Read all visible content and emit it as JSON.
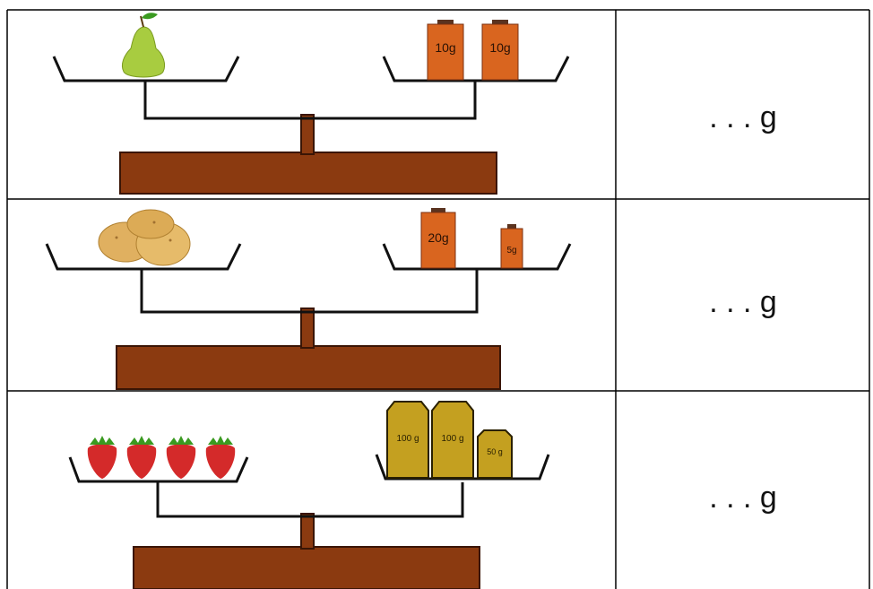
{
  "colors": {
    "beam": "#111111",
    "base": "#8b3a10",
    "base_stroke": "#3a1505",
    "weight_orange": "#d9651f",
    "weight_orange_top": "#5a3320",
    "weight_gold": "#c4a020",
    "weight_gold_stroke": "#2a2000",
    "pear": "#a8cc40",
    "potato": "#e0b060",
    "strawberry": "#d42a2a",
    "leaf": "#3a9a20"
  },
  "rows": [
    {
      "item": "pear",
      "weights": [
        {
          "label": "10g",
          "kind": "orange"
        },
        {
          "label": "10g",
          "kind": "orange"
        }
      ],
      "answer": ". . . g"
    },
    {
      "item": "potatoes",
      "weights": [
        {
          "label": "20g",
          "kind": "orange"
        },
        {
          "label": "5g",
          "kind": "orange"
        }
      ],
      "answer": ". . . g"
    },
    {
      "item": "strawberries",
      "weights": [
        {
          "label": "100 g",
          "kind": "gold"
        },
        {
          "label": "100 g",
          "kind": "gold"
        },
        {
          "label": "50 g",
          "kind": "gold"
        }
      ],
      "answer": ". . . g"
    }
  ]
}
